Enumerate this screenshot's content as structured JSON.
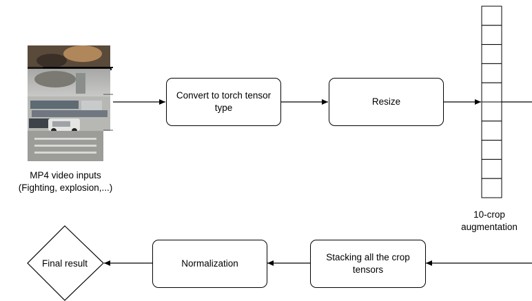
{
  "input": {
    "caption_line1": "MP4 video inputs",
    "caption_line2": "(Fighting, explosion,...)"
  },
  "steps": {
    "convert": "Convert to torch tensor type",
    "resize": "Resize",
    "crop_line1": "10-crop",
    "crop_line2": "augmentation",
    "stacking": "Stacking all the crop tensors",
    "normalization": "Normalization",
    "final": "Final result"
  },
  "colors": {
    "stroke": "#000000",
    "background": "#ffffff"
  }
}
